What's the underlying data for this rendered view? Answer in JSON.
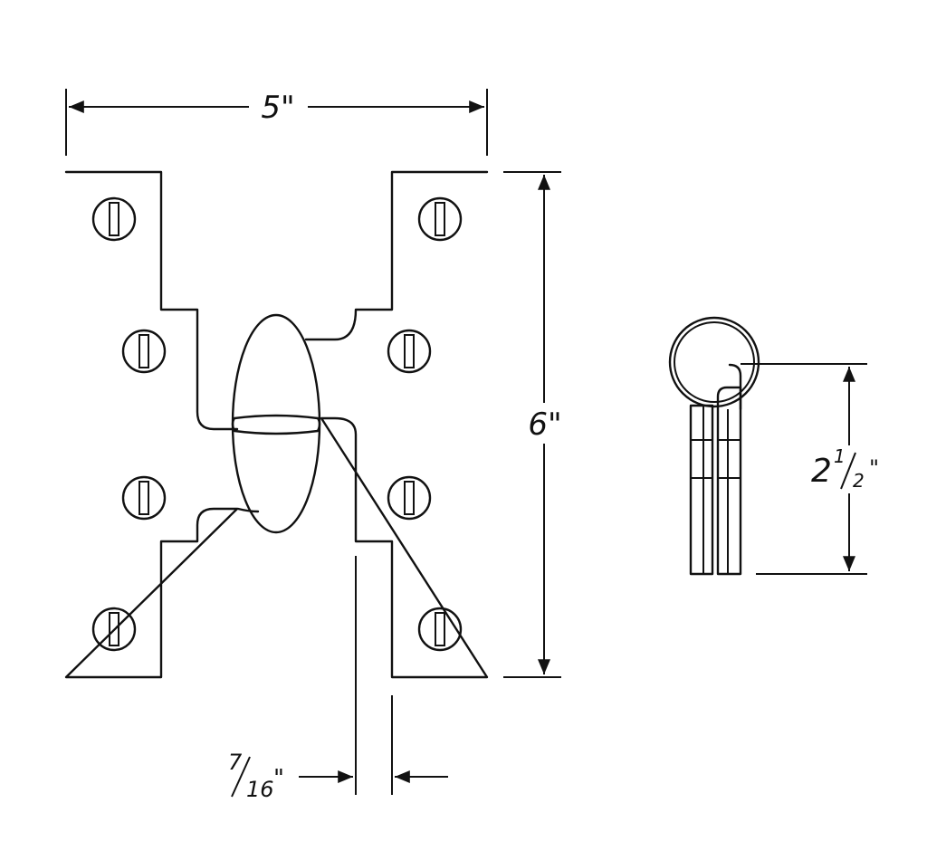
{
  "dimensions": {
    "width_label": "5\"",
    "height_label": "6\"",
    "knuckle_label": {
      "numerator": "7",
      "denominator": "16",
      "mark": "\""
    },
    "side_label": {
      "whole": "2",
      "numerator": "1",
      "denominator": "2",
      "mark": "\""
    }
  },
  "colors": {
    "line": "#111111",
    "background": "#ffffff"
  }
}
